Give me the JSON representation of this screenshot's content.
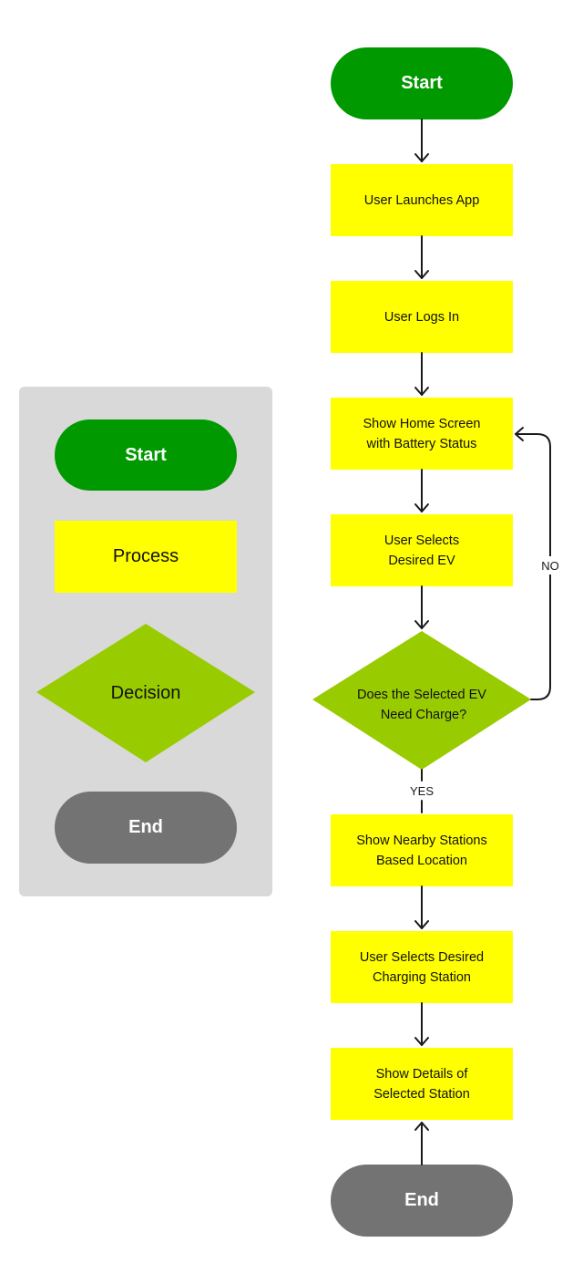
{
  "legend": {
    "start": "Start",
    "process": "Process",
    "decision": "Decision",
    "end": "End"
  },
  "flow": {
    "start": "Start",
    "step_launch": "User Launches App",
    "step_login": "User Logs In",
    "step_home": "Show Home Screen\nwith Battery Status",
    "step_select_ev": "User Selects\nDesired EV",
    "decision": [
      "Does the Selected EV",
      "Need Charge?"
    ],
    "edge_no": "NO",
    "edge_yes": "YES",
    "step_nearby": "Show Nearby Stations\nBased Location",
    "step_select_station": "User Selects Desired\nCharging Station",
    "step_details": "Show Details of\nSelected Station",
    "end": "End"
  },
  "colors": {
    "start_green": "#009900",
    "process_yellow": "#ffff00",
    "decision_lime": "#99cc00",
    "end_gray": "#737373",
    "legend_bg": "#d9d9d9",
    "connector": "#1a1a1a"
  }
}
